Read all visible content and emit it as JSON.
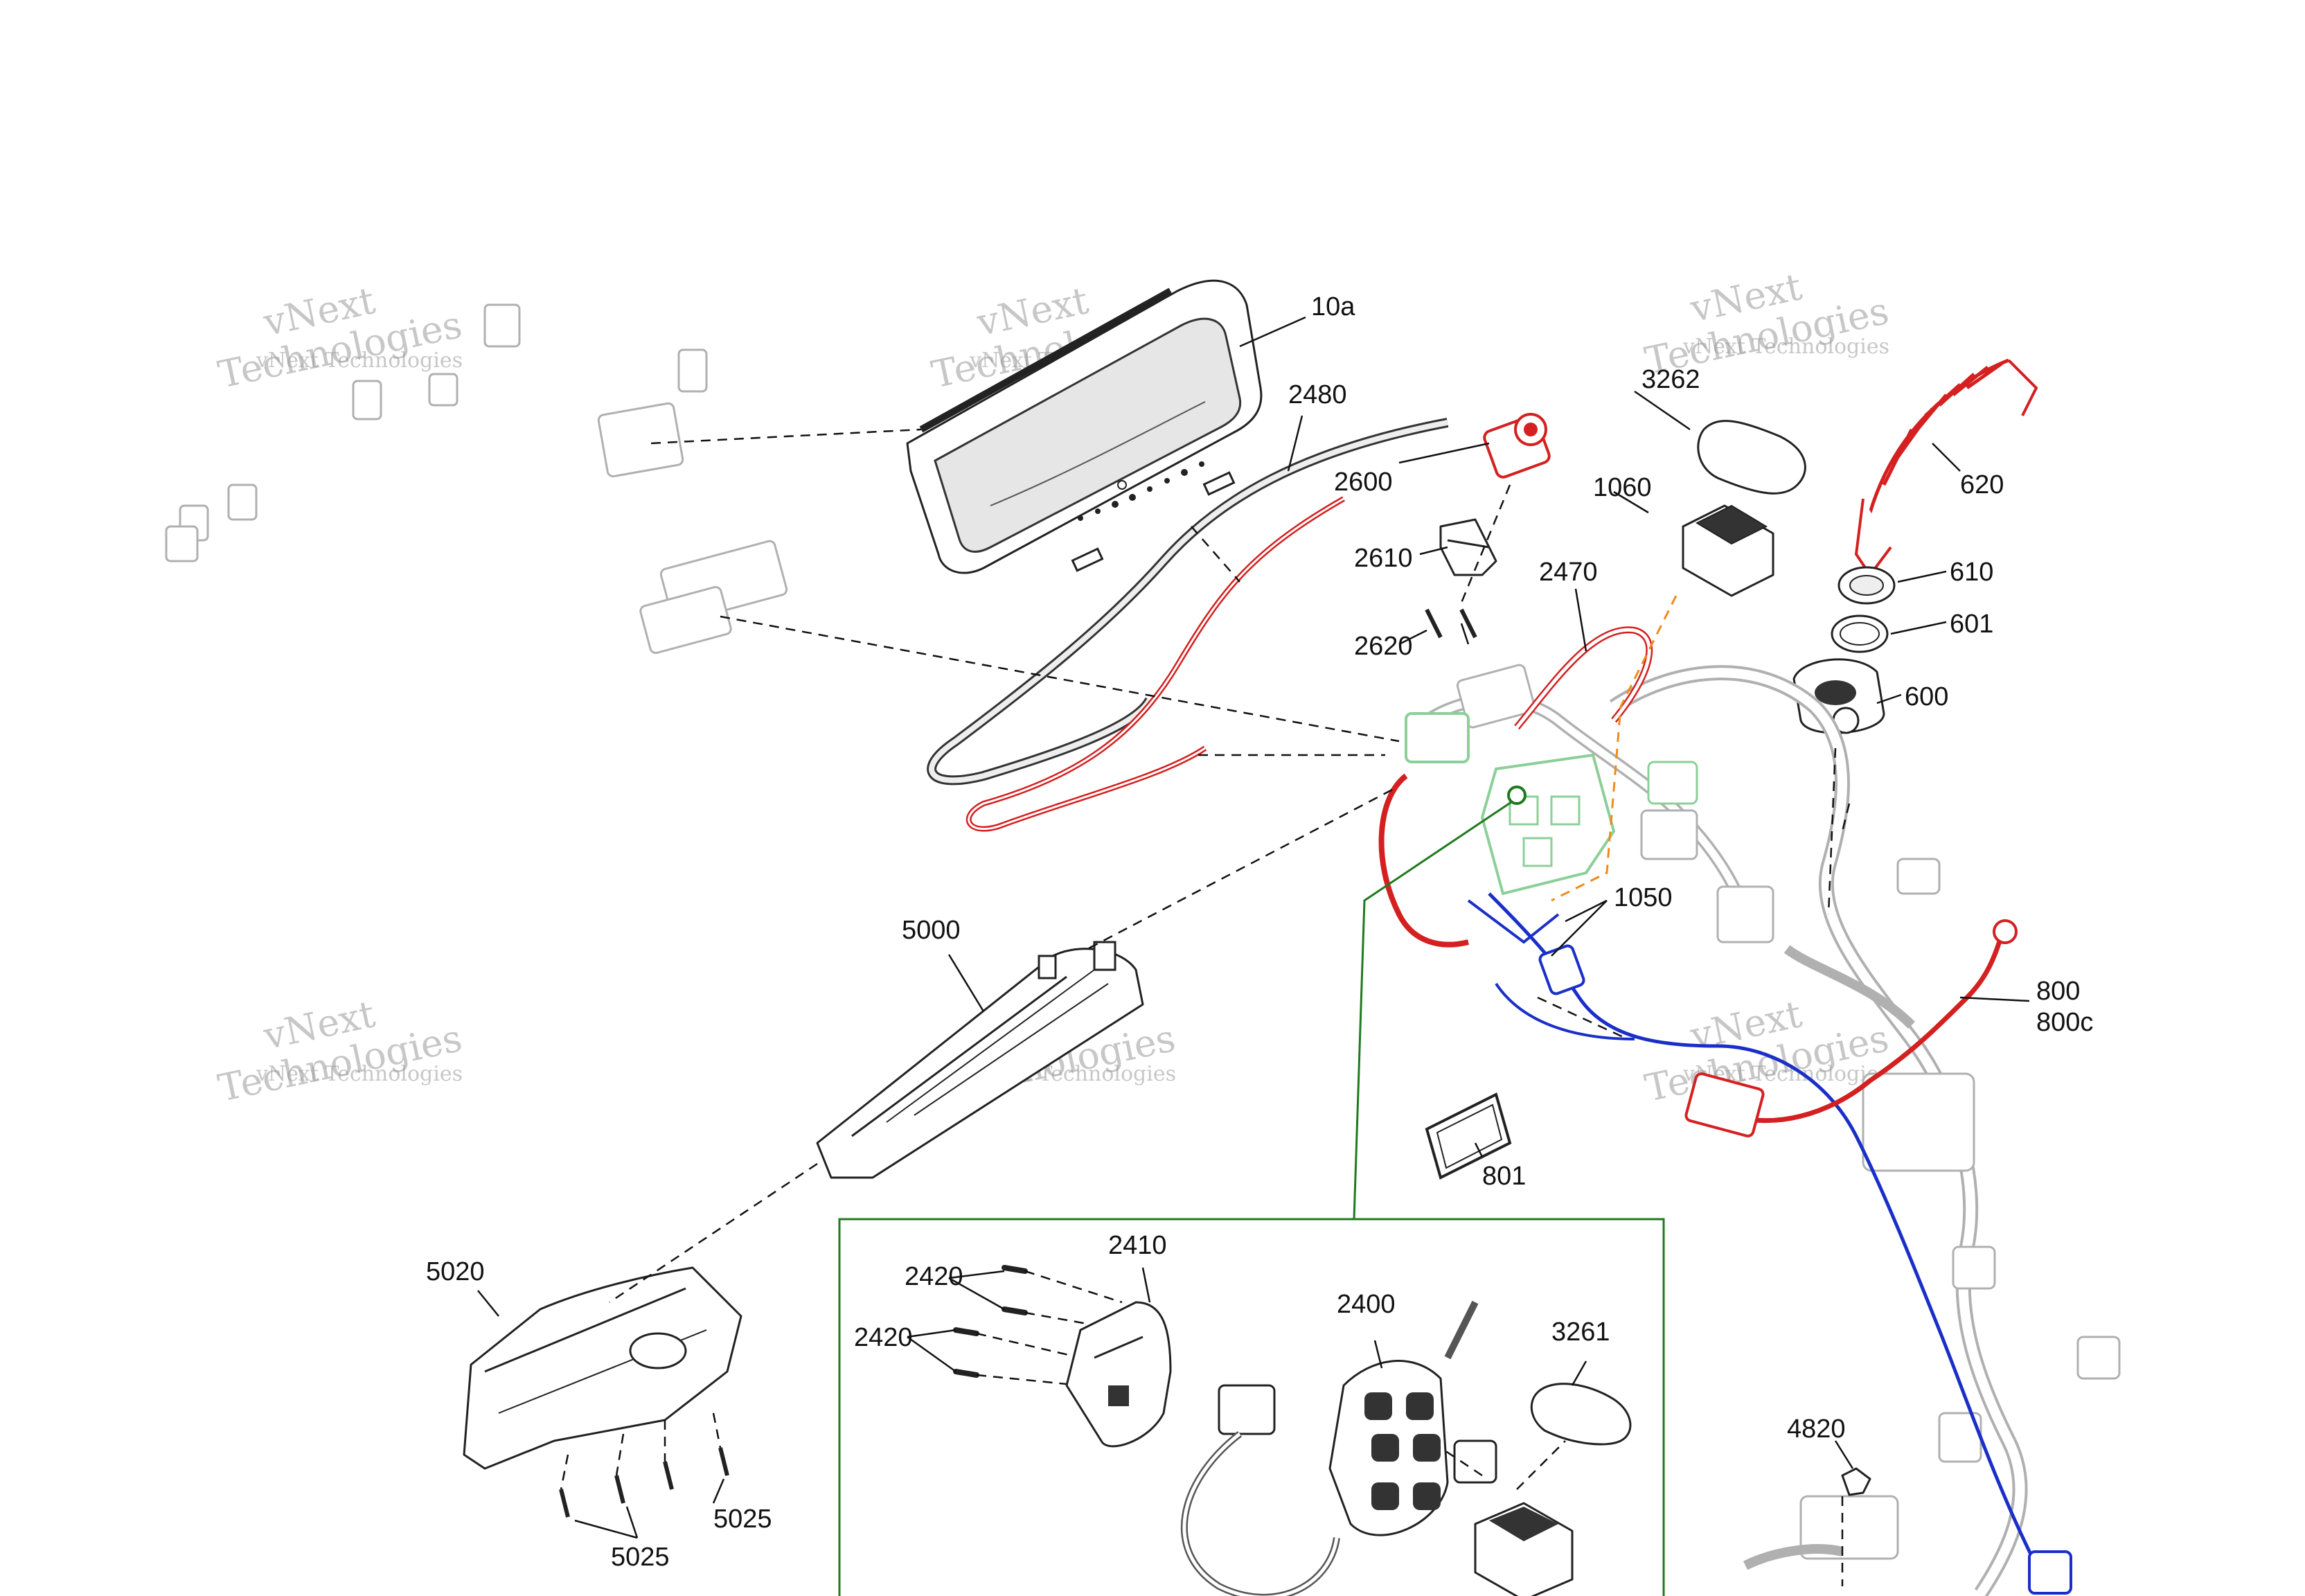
{
  "watermarks": [
    {
      "line1": "vNext",
      "line2": "Technologies",
      "line3": "vNext Technologies"
    },
    {
      "line1": "vNext",
      "line2": "Technologies",
      "line3": "vNext Technologies"
    },
    {
      "line1": "vNext",
      "line2": "Technologies",
      "line3": "vNext Technologies"
    },
    {
      "line1": "vNext",
      "line2": "Technologies",
      "line3": "vNext Technologies"
    },
    {
      "line1": "vNext",
      "line2": "Technologies",
      "line3": "vNext Technologies"
    },
    {
      "line1": "vNext",
      "line2": "Technologies",
      "line3": "vNext Technologies"
    }
  ],
  "callouts": {
    "p10a": "10a",
    "p2480": "2480",
    "p2600": "2600",
    "p2610": "2610",
    "p2620": "2620",
    "p2470": "2470",
    "p3262": "3262",
    "p1060": "1060",
    "p620": "620",
    "p610": "610",
    "p601": "601",
    "p600": "600",
    "p1050": "1050",
    "p5000": "5000",
    "p800": "800",
    "p800c": "800c",
    "p801": "801",
    "p5020": "5020",
    "p5025a": "5025",
    "p5025b": "5025",
    "p2410": "2410",
    "p2420a": "2420",
    "p2420b": "2420",
    "p2400": "2400",
    "p3261": "3261",
    "p4820": "4820"
  },
  "colors": {
    "red_harness": "#d42020",
    "blue_harness": "#1a2fc8",
    "green_detail": "#1f7a1f",
    "orange_guide": "#f08a1c",
    "ghost_part": "#b0b0b0",
    "green_ghost": "#8ccf98"
  },
  "icons": {
    "display": "instrument-cluster-icon",
    "switch": "rocker-switch-icon",
    "key": "ignition-key-icon"
  }
}
